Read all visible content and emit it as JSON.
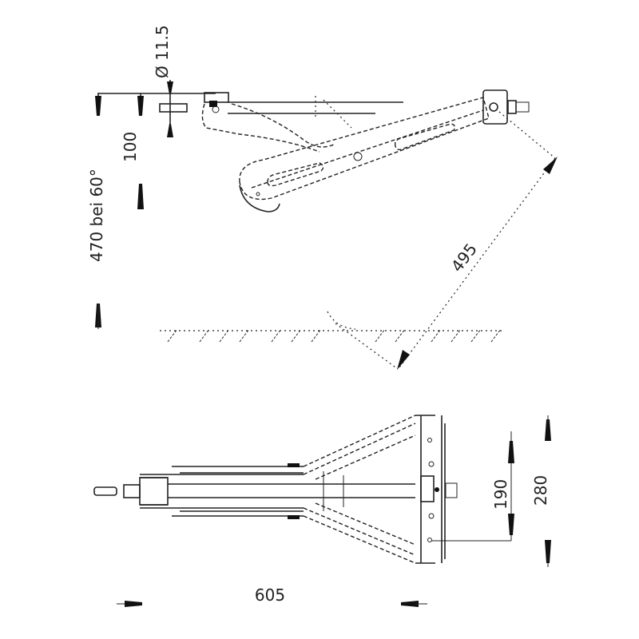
{
  "drawing": {
    "subject": "Stabilizer leg technical drawing",
    "views": [
      {
        "name": "side-view",
        "description": "Side elevation of leg lowered at 60 degrees to ground"
      },
      {
        "name": "top-view",
        "description": "Plan view of leg and mounting plate"
      }
    ],
    "dimensions": {
      "hole_diameter": "Ø 11.5",
      "mount_height": "100",
      "extension_height": "470 bei 60°",
      "arm_length": "495",
      "hole_spacing": "190",
      "plate_width": "280",
      "overall_length": "605"
    },
    "colors": {
      "line": "#222222",
      "background": "#ffffff"
    }
  }
}
